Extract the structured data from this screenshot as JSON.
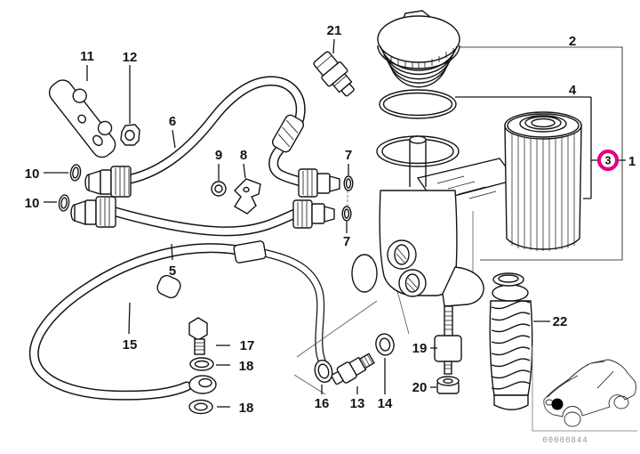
{
  "diagram": {
    "kind": "exploded-parts-diagram",
    "highlight_color": "#e5007d",
    "image_code": "00000844",
    "callouts": [
      {
        "ref": "11"
      },
      {
        "ref": "12"
      },
      {
        "ref": "21"
      },
      {
        "ref": "2"
      },
      {
        "ref": "4"
      },
      {
        "ref": "6"
      },
      {
        "ref": "9"
      },
      {
        "ref": "8"
      },
      {
        "ref": "7"
      },
      {
        "ref": "10"
      },
      {
        "ref": "10"
      },
      {
        "ref": "3",
        "highlighted": true
      },
      {
        "ref": "1"
      },
      {
        "ref": "7"
      },
      {
        "ref": "5"
      },
      {
        "ref": "15"
      },
      {
        "ref": "17"
      },
      {
        "ref": "18"
      },
      {
        "ref": "16"
      },
      {
        "ref": "13"
      },
      {
        "ref": "14"
      },
      {
        "ref": "19"
      },
      {
        "ref": "20"
      },
      {
        "ref": "22"
      },
      {
        "ref": "18"
      }
    ]
  }
}
